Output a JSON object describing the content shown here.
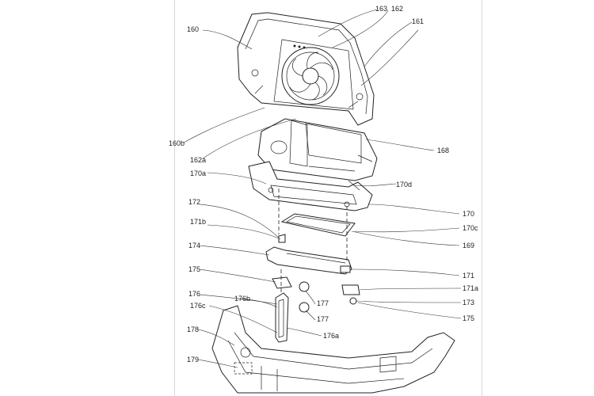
{
  "figure": {
    "reference_labels": [
      {
        "key": "l163",
        "text": "163"
      },
      {
        "key": "l162",
        "text": "162"
      },
      {
        "key": "l161",
        "text": "161"
      },
      {
        "key": "l160",
        "text": "160"
      },
      {
        "key": "l160b",
        "text": "160b"
      },
      {
        "key": "l162a",
        "text": "162a"
      },
      {
        "key": "l168",
        "text": "168"
      },
      {
        "key": "l170a",
        "text": "170a"
      },
      {
        "key": "l170d",
        "text": "170d"
      },
      {
        "key": "l172",
        "text": "172"
      },
      {
        "key": "l170",
        "text": "170"
      },
      {
        "key": "l171b",
        "text": "171b"
      },
      {
        "key": "l170c",
        "text": "170c"
      },
      {
        "key": "l174",
        "text": "174"
      },
      {
        "key": "l169",
        "text": "169"
      },
      {
        "key": "l175a",
        "text": "175"
      },
      {
        "key": "l171",
        "text": "171"
      },
      {
        "key": "l171a",
        "text": "171a"
      },
      {
        "key": "l176",
        "text": "176"
      },
      {
        "key": "l176b",
        "text": "176b"
      },
      {
        "key": "l176c",
        "text": "176c"
      },
      {
        "key": "l177a",
        "text": "177"
      },
      {
        "key": "l173",
        "text": "173"
      },
      {
        "key": "l177b",
        "text": "177"
      },
      {
        "key": "l175b",
        "text": "175"
      },
      {
        "key": "l178",
        "text": "178"
      },
      {
        "key": "l176a",
        "text": "176a"
      },
      {
        "key": "l179",
        "text": "179"
      }
    ]
  }
}
